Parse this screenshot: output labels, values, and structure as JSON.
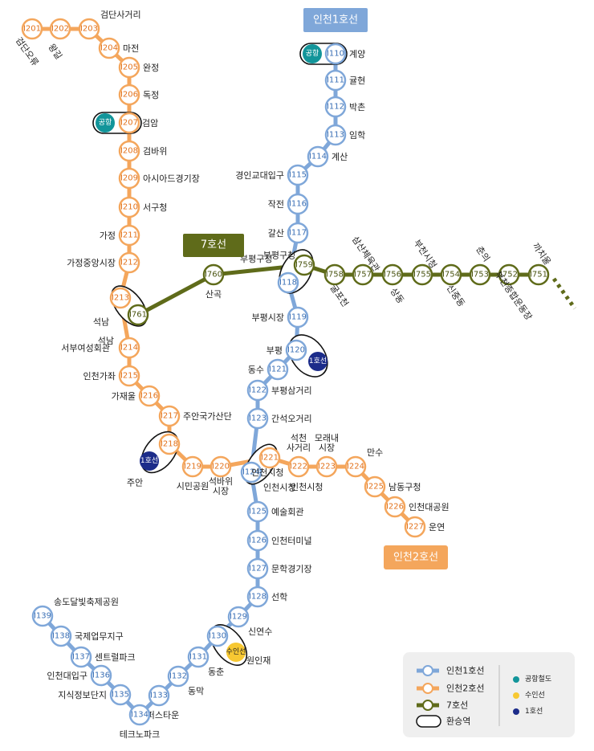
{
  "colors": {
    "line1": "#7FA7D9",
    "line2": "#F4A65C",
    "line7": "#5F6B1A",
    "line1_text": "#3A6FB5",
    "line2_text": "#E2721C",
    "line7_text": "#4A5412",
    "airport": "#12959A",
    "suin": "#F7C832",
    "seoul1": "#1C2C8A"
  },
  "line_boxes": {
    "line1": "인천1호선",
    "line2": "인천2호선",
    "line7": "7호선"
  },
  "transfer_labels": {
    "airport": "공항",
    "suin": "수인선",
    "seoul1": "1호선"
  },
  "legend": {
    "line1": "인천1호선",
    "line2": "인천2호선",
    "line7": "7호선",
    "transfer": "환승역",
    "airport": "공항철도",
    "suin": "수인선",
    "seoul1": "1호선"
  },
  "stations": [
    {
      "code": "I110",
      "name": "계양",
      "line": "line1"
    },
    {
      "code": "I111",
      "name": "귤현",
      "line": "line1"
    },
    {
      "code": "I112",
      "name": "박촌",
      "line": "line1"
    },
    {
      "code": "I113",
      "name": "임학",
      "line": "line1"
    },
    {
      "code": "I114",
      "name": "계산",
      "line": "line1"
    },
    {
      "code": "I115",
      "name": "경인교대입구",
      "line": "line1"
    },
    {
      "code": "I116",
      "name": "작전",
      "line": "line1"
    },
    {
      "code": "I117",
      "name": "갈산",
      "line": "line1"
    },
    {
      "code": "I118",
      "name": "부평구청",
      "line": "line1"
    },
    {
      "code": "I119",
      "name": "부평시장",
      "line": "line1"
    },
    {
      "code": "I120",
      "name": "부평",
      "line": "line1"
    },
    {
      "code": "I121",
      "name": "동수",
      "line": "line1"
    },
    {
      "code": "I122",
      "name": "부평삼거리",
      "line": "line1"
    },
    {
      "code": "I123",
      "name": "간석오거리",
      "line": "line1"
    },
    {
      "code": "I124",
      "name": "인천시청",
      "line": "line1"
    },
    {
      "code": "I125",
      "name": "예술회관",
      "line": "line1"
    },
    {
      "code": "I126",
      "name": "인천터미널",
      "line": "line1"
    },
    {
      "code": "I127",
      "name": "문학경기장",
      "line": "line1"
    },
    {
      "code": "I128",
      "name": "선학",
      "line": "line1"
    },
    {
      "code": "I129",
      "name": "신연수",
      "line": "line1"
    },
    {
      "code": "I130",
      "name": "원인재",
      "line": "line1"
    },
    {
      "code": "I131",
      "name": "동춘",
      "line": "line1"
    },
    {
      "code": "I132",
      "name": "동막",
      "line": "line1"
    },
    {
      "code": "I133",
      "name": "캠퍼스타운",
      "line": "line1"
    },
    {
      "code": "I134",
      "name": "테크노파크",
      "line": "line1"
    },
    {
      "code": "I135",
      "name": "지식정보단지",
      "line": "line1"
    },
    {
      "code": "I136",
      "name": "인천대입구",
      "line": "line1"
    },
    {
      "code": "I137",
      "name": "센트럴파크",
      "line": "line1"
    },
    {
      "code": "I138",
      "name": "국제업무지구",
      "line": "line1"
    },
    {
      "code": "I139",
      "name": "송도달빛축제공원",
      "line": "line1"
    },
    {
      "code": "I201",
      "name": "검단오류",
      "line": "line2"
    },
    {
      "code": "I202",
      "name": "왕길",
      "line": "line2"
    },
    {
      "code": "I203",
      "name": "검단사거리",
      "line": "line2"
    },
    {
      "code": "I204",
      "name": "마전",
      "line": "line2"
    },
    {
      "code": "I205",
      "name": "완정",
      "line": "line2"
    },
    {
      "code": "I206",
      "name": "독정",
      "line": "line2"
    },
    {
      "code": "I207",
      "name": "검암",
      "line": "line2"
    },
    {
      "code": "I208",
      "name": "검바위",
      "line": "line2"
    },
    {
      "code": "I209",
      "name": "아시아드경기장",
      "line": "line2"
    },
    {
      "code": "I210",
      "name": "서구청",
      "line": "line2"
    },
    {
      "code": "I211",
      "name": "가정",
      "line": "line2"
    },
    {
      "code": "I212",
      "name": "가정중앙시장",
      "line": "line2"
    },
    {
      "code": "I213",
      "name": "석남",
      "line": "line2"
    },
    {
      "code": "I214",
      "name": "서부여성회관",
      "line": "line2"
    },
    {
      "code": "I215",
      "name": "인천가좌",
      "line": "line2"
    },
    {
      "code": "I216",
      "name": "가재울",
      "line": "line2"
    },
    {
      "code": "I217",
      "name": "주안국가산단",
      "line": "line2"
    },
    {
      "code": "I218",
      "name": "주안",
      "line": "line2"
    },
    {
      "code": "I219",
      "name": "시민공원",
      "line": "line2"
    },
    {
      "code": "I220",
      "name": "석바위\n시장",
      "line": "line2"
    },
    {
      "code": "I221",
      "name": "인천시청",
      "line": "line2"
    },
    {
      "code": "I222",
      "name": "석천\n사거리",
      "line": "line2"
    },
    {
      "code": "I223",
      "name": "모래내\n시장",
      "line": "line2"
    },
    {
      "code": "I224",
      "name": "만수",
      "line": "line2"
    },
    {
      "code": "I225",
      "name": "남동구청",
      "line": "line2"
    },
    {
      "code": "I226",
      "name": "인천대공원",
      "line": "line2"
    },
    {
      "code": "I227",
      "name": "운연",
      "line": "line2"
    },
    {
      "code": "I751",
      "name": "까치울",
      "line": "line7"
    },
    {
      "code": "I752",
      "name": "부천종합운동장",
      "line": "line7"
    },
    {
      "code": "I753",
      "name": "춘의",
      "line": "line7"
    },
    {
      "code": "I754",
      "name": "신중동",
      "line": "line7"
    },
    {
      "code": "I755",
      "name": "부천시청",
      "line": "line7"
    },
    {
      "code": "I756",
      "name": "상동",
      "line": "line7"
    },
    {
      "code": "I757",
      "name": "삼산체육관",
      "line": "line7"
    },
    {
      "code": "I758",
      "name": "굴포천",
      "line": "line7"
    },
    {
      "code": "I759",
      "name": "부평구청",
      "line": "line7"
    },
    {
      "code": "I760",
      "name": "산곡",
      "line": "line7"
    },
    {
      "code": "I761",
      "name": "석남",
      "line": "line7"
    }
  ]
}
